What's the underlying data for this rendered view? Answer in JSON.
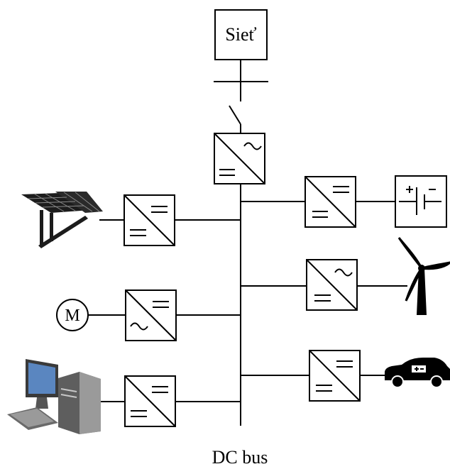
{
  "grid": {
    "label": "Sieť"
  },
  "bus": {
    "label": "DC bus"
  },
  "motor": {
    "label": "M"
  },
  "colors": {
    "line": "#000000",
    "computer_screen": "#5a86c0",
    "computer_body": "#8a8a8a",
    "solar_panel": "#1c1c1c",
    "turbine": "#000000",
    "car": "#000000"
  },
  "icons": [
    "solar-panel-icon",
    "battery-icon",
    "wind-turbine-icon",
    "computer-icon",
    "electric-car-icon",
    "motor-icon",
    "switch-icon"
  ]
}
